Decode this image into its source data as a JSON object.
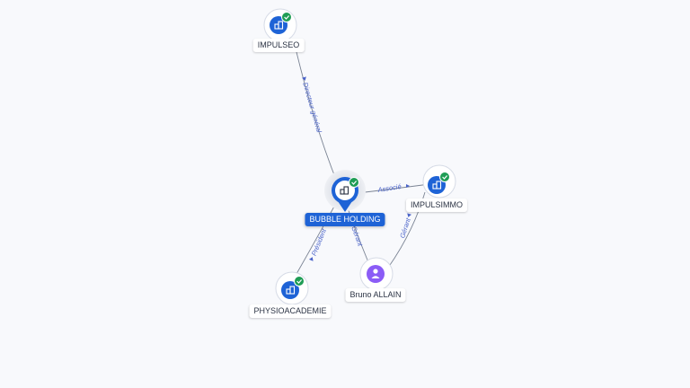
{
  "colors": {
    "company": "#1e63d6",
    "person": "#8b5cf6",
    "check": "#1f9d55",
    "edge": "#7b8494",
    "edge_label": "#4a63c9"
  },
  "nodes": {
    "bubble_holding": {
      "label": "BUBBLE HOLDING",
      "icon": "building-icon"
    },
    "impulseo": {
      "label": "IMPULSEO",
      "icon": "building-icon"
    },
    "impulsimmo": {
      "label": "IMPULSIMMO",
      "icon": "building-icon"
    },
    "physioacademie": {
      "label": "PHYSIOACADEMIE",
      "icon": "building-icon"
    },
    "bruno_allain": {
      "label": "Bruno ALLAIN",
      "icon": "person-icon"
    }
  },
  "edges": {
    "impulseo_to_bubble": {
      "label": "Directeur général"
    },
    "bubble_to_impulsimmo": {
      "label": "Associé"
    },
    "physio_to_bubble": {
      "label": "Président"
    },
    "bruno_to_bubble": {
      "label": "Gérant"
    },
    "bruno_to_impulsimmo": {
      "label": "Gérant"
    }
  }
}
